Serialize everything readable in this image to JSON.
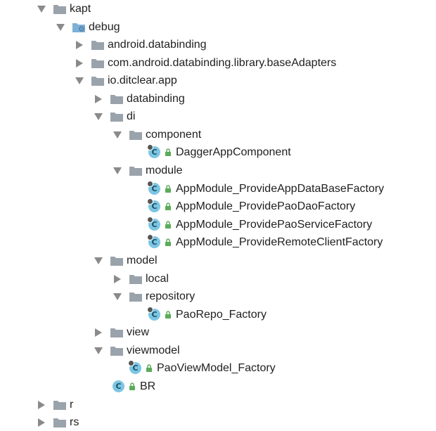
{
  "tree": {
    "kapt": "kapt",
    "debug": "debug",
    "android_databinding": "android.databinding",
    "baseadapters": "com.android.databinding.library.baseAdapters",
    "io_ditclear_app": "io.ditclear.app",
    "databinding": "databinding",
    "di": "di",
    "component": "component",
    "dagger_app_component": "DaggerAppComponent",
    "module": "module",
    "provide_app_database": "AppModule_ProvideAppDataBaseFactory",
    "provide_pao_dao": "AppModule_ProvidePaoDaoFactory",
    "provide_pao_service": "AppModule_ProvidePaoServiceFactory",
    "provide_remote_client": "AppModule_ProvideRemoteClientFactory",
    "model": "model",
    "local": "local",
    "repository": "repository",
    "pao_repo_factory": "PaoRepo_Factory",
    "view": "view",
    "viewmodel": "viewmodel",
    "pao_viewmodel_factory": "PaoViewModel_Factory",
    "br": "BR",
    "r": "r",
    "rs": "rs"
  },
  "icons": {
    "expanded": "triangle-down-icon",
    "collapsed": "triangle-right-icon",
    "folder": "folder-icon",
    "class": "class-c-icon",
    "lock": "lock-icon"
  },
  "colors": {
    "folder": "#9aa3ab",
    "class_circle": "#7cc6e3",
    "lock": "#5cab5a",
    "arrow": "#8a8a8a"
  }
}
